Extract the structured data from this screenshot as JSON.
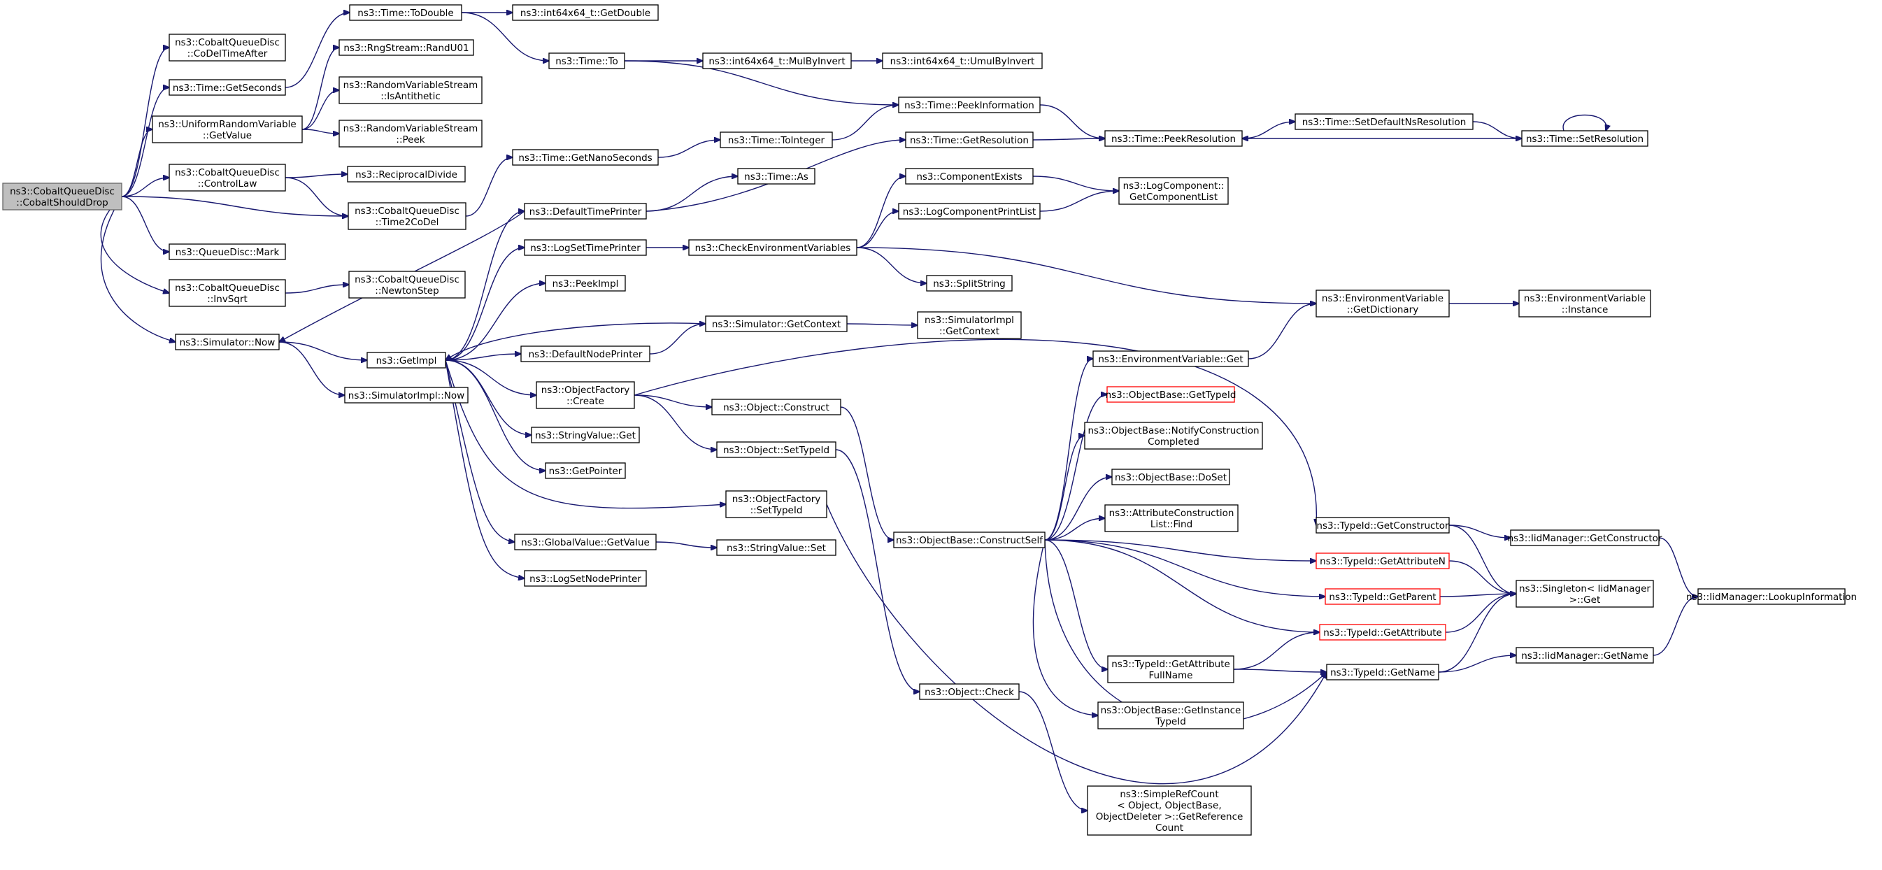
{
  "graph": {
    "type": "call-graph",
    "colors": {
      "edge": "#191970",
      "root_fill": "#bfbfbf",
      "root_border": "#666666",
      "node_border": "#000000",
      "incomplete_border": "#ff0000"
    },
    "nodes": [
      {
        "id": "root",
        "label": [
          "ns3::CobaltQueueDisc",
          "::CobaltShouldDrop"
        ],
        "style": "root"
      },
      {
        "id": "codelTimeAfter",
        "label": [
          "ns3::CobaltQueueDisc",
          "::CoDelTimeAfter"
        ]
      },
      {
        "id": "getSeconds",
        "label": [
          "ns3::Time::GetSeconds"
        ]
      },
      {
        "id": "uniformGetValue",
        "label": [
          "ns3::UniformRandomVariable",
          "::GetValue"
        ]
      },
      {
        "id": "controlLaw",
        "label": [
          "ns3::CobaltQueueDisc",
          "::ControlLaw"
        ]
      },
      {
        "id": "time2codel",
        "label": [
          "ns3::CobaltQueueDisc",
          "::Time2CoDel"
        ]
      },
      {
        "id": "mark",
        "label": [
          "ns3::QueueDisc::Mark"
        ]
      },
      {
        "id": "invSqrt",
        "label": [
          "ns3::CobaltQueueDisc",
          "::InvSqrt"
        ]
      },
      {
        "id": "simNow",
        "label": [
          "ns3::Simulator::Now"
        ]
      },
      {
        "id": "toDouble",
        "label": [
          "ns3::Time::ToDouble"
        ]
      },
      {
        "id": "randU01",
        "label": [
          "ns3::RngStream::RandU01"
        ]
      },
      {
        "id": "isAntithetic",
        "label": [
          "ns3::RandomVariableStream",
          "::IsAntithetic"
        ]
      },
      {
        "id": "peek",
        "label": [
          "ns3::RandomVariableStream",
          "::Peek"
        ]
      },
      {
        "id": "reciprocalDivide",
        "label": [
          "ns3::ReciprocalDivide"
        ]
      },
      {
        "id": "newtonStep",
        "label": [
          "ns3::CobaltQueueDisc",
          "::NewtonStep"
        ]
      },
      {
        "id": "getImpl",
        "label": [
          "ns3::GetImpl"
        ]
      },
      {
        "id": "simImplNow",
        "label": [
          "ns3::SimulatorImpl::Now"
        ]
      },
      {
        "id": "i64GetDouble",
        "label": [
          "ns3::int64x64_t::GetDouble"
        ]
      },
      {
        "id": "timeTo",
        "label": [
          "ns3::Time::To"
        ]
      },
      {
        "id": "getNanoSeconds",
        "label": [
          "ns3::Time::GetNanoSeconds"
        ]
      },
      {
        "id": "defaultTimePrinter",
        "label": [
          "ns3::DefaultTimePrinter"
        ]
      },
      {
        "id": "logSetTimePrinter",
        "label": [
          "ns3::LogSetTimePrinter"
        ]
      },
      {
        "id": "peekImpl",
        "label": [
          "ns3::PeekImpl"
        ]
      },
      {
        "id": "defaultNodePrinter",
        "label": [
          "ns3::DefaultNodePrinter"
        ]
      },
      {
        "id": "objFactoryCreate",
        "label": [
          "ns3::ObjectFactory",
          "::Create"
        ]
      },
      {
        "id": "stringValueGet",
        "label": [
          "ns3::StringValue::Get"
        ]
      },
      {
        "id": "getPointer",
        "label": [
          "ns3::GetPointer"
        ]
      },
      {
        "id": "globalValueGetValue",
        "label": [
          "ns3::GlobalValue::GetValue"
        ]
      },
      {
        "id": "logSetNodePrinter",
        "label": [
          "ns3::LogSetNodePrinter"
        ]
      },
      {
        "id": "mulByInvert",
        "label": [
          "ns3::int64x64_t::MulByInvert"
        ]
      },
      {
        "id": "umulByInvert",
        "label": [
          "ns3::int64x64_t::UmulByInvert"
        ]
      },
      {
        "id": "toInteger",
        "label": [
          "ns3::Time::ToInteger"
        ]
      },
      {
        "id": "timeAs",
        "label": [
          "ns3::Time::As"
        ]
      },
      {
        "id": "checkEnvVars",
        "label": [
          "ns3::CheckEnvironmentVariables"
        ]
      },
      {
        "id": "simGetContext",
        "label": [
          "ns3::Simulator::GetContext"
        ]
      },
      {
        "id": "objectConstruct",
        "label": [
          "ns3::Object::Construct"
        ]
      },
      {
        "id": "objectSetTypeId",
        "label": [
          "ns3::Object::SetTypeId"
        ]
      },
      {
        "id": "objFactorySetTypeId",
        "label": [
          "ns3::ObjectFactory",
          "::SetTypeId"
        ]
      },
      {
        "id": "stringValueSet",
        "label": [
          "ns3::StringValue::Set"
        ]
      },
      {
        "id": "peekInformation",
        "label": [
          "ns3::Time::PeekInformation"
        ]
      },
      {
        "id": "getResolution",
        "label": [
          "ns3::Time::GetResolution"
        ]
      },
      {
        "id": "componentExists",
        "label": [
          "ns3::ComponentExists"
        ]
      },
      {
        "id": "logComponentPrintList",
        "label": [
          "ns3::LogComponentPrintList"
        ]
      },
      {
        "id": "splitString",
        "label": [
          "ns3::SplitString"
        ]
      },
      {
        "id": "simImplGetContext",
        "label": [
          "ns3::SimulatorImpl",
          "::GetContext"
        ]
      },
      {
        "id": "objectCheck",
        "label": [
          "ns3::Object::Check"
        ]
      },
      {
        "id": "constructSelf",
        "label": [
          "ns3::ObjectBase::ConstructSelf"
        ]
      },
      {
        "id": "peekResolution",
        "label": [
          "ns3::Time::PeekResolution"
        ]
      },
      {
        "id": "getComponentList",
        "label": [
          "ns3::LogComponent::",
          "GetComponentList"
        ]
      },
      {
        "id": "envVarGet",
        "label": [
          "ns3::EnvironmentVariable::Get"
        ]
      },
      {
        "id": "objBaseGetTypeId",
        "label": [
          "ns3::ObjectBase::GetTypeId"
        ],
        "style": "red"
      },
      {
        "id": "notifyConstruction",
        "label": [
          "ns3::ObjectBase::NotifyConstruction",
          "Completed"
        ]
      },
      {
        "id": "doSet",
        "label": [
          "ns3::ObjectBase::DoSet"
        ]
      },
      {
        "id": "attrConstructionFind",
        "label": [
          "ns3::AttributeConstruction",
          "List::Find"
        ]
      },
      {
        "id": "getAttributeFullName",
        "label": [
          "ns3::TypeId::GetAttribute",
          "FullName"
        ]
      },
      {
        "id": "getInstanceTypeId",
        "label": [
          "ns3::ObjectBase::GetInstance",
          "TypeId"
        ]
      },
      {
        "id": "simpleRefCount",
        "label": [
          "ns3::SimpleRefCount",
          "< Object, ObjectBase,",
          "ObjectDeleter >::GetReference",
          "Count"
        ]
      },
      {
        "id": "setDefaultNsResolution",
        "label": [
          "ns3::Time::SetDefaultNsResolution"
        ]
      },
      {
        "id": "envVarGetDictionary",
        "label": [
          "ns3::EnvironmentVariable",
          "::GetDictionary"
        ]
      },
      {
        "id": "typeIdGetConstructor",
        "label": [
          "ns3::TypeId::GetConstructor"
        ]
      },
      {
        "id": "typeIdGetAttributeN",
        "label": [
          "ns3::TypeId::GetAttributeN"
        ],
        "style": "red"
      },
      {
        "id": "typeIdGetParent",
        "label": [
          "ns3::TypeId::GetParent"
        ],
        "style": "red"
      },
      {
        "id": "typeIdGetAttribute",
        "label": [
          "ns3::TypeId::GetAttribute"
        ],
        "style": "red"
      },
      {
        "id": "typeIdGetName",
        "label": [
          "ns3::TypeId::GetName"
        ]
      },
      {
        "id": "setResolution",
        "label": [
          "ns3::Time::SetResolution"
        ]
      },
      {
        "id": "envVarInstance",
        "label": [
          "ns3::EnvironmentVariable",
          "::Instance"
        ]
      },
      {
        "id": "iidGetConstructor",
        "label": [
          "ns3::IidManager::GetConstructor"
        ]
      },
      {
        "id": "singletonGet",
        "label": [
          "ns3::Singleton< IidManager",
          ">::Get"
        ]
      },
      {
        "id": "iidGetName",
        "label": [
          "ns3::IidManager::GetName"
        ]
      },
      {
        "id": "lookupInformation",
        "label": [
          "ns3::IidManager::LookupInformation"
        ]
      }
    ],
    "edges": [
      [
        "root",
        "codelTimeAfter"
      ],
      [
        "root",
        "getSeconds"
      ],
      [
        "root",
        "uniformGetValue"
      ],
      [
        "root",
        "controlLaw"
      ],
      [
        "root",
        "time2codel"
      ],
      [
        "root",
        "mark"
      ],
      [
        "root",
        "invSqrt"
      ],
      [
        "root",
        "simNow"
      ],
      [
        "getSeconds",
        "toDouble"
      ],
      [
        "toDouble",
        "i64GetDouble"
      ],
      [
        "toDouble",
        "timeTo"
      ],
      [
        "timeTo",
        "mulByInvert"
      ],
      [
        "mulByInvert",
        "umulByInvert"
      ],
      [
        "timeTo",
        "peekInformation"
      ],
      [
        "uniformGetValue",
        "randU01"
      ],
      [
        "uniformGetValue",
        "isAntithetic"
      ],
      [
        "uniformGetValue",
        "peek"
      ],
      [
        "controlLaw",
        "reciprocalDivide"
      ],
      [
        "controlLaw",
        "time2codel"
      ],
      [
        "time2codel",
        "getNanoSeconds"
      ],
      [
        "getNanoSeconds",
        "toInteger"
      ],
      [
        "toInteger",
        "peekInformation"
      ],
      [
        "peekInformation",
        "peekResolution"
      ],
      [
        "peekResolution",
        "setDefaultNsResolution"
      ],
      [
        "setDefaultNsResolution",
        "setResolution"
      ],
      [
        "setResolution",
        "peekResolution"
      ],
      [
        "setResolution",
        "setResolution"
      ],
      [
        "invSqrt",
        "newtonStep"
      ],
      [
        "simNow",
        "getImpl"
      ],
      [
        "simNow",
        "simImplNow"
      ],
      [
        "getImpl",
        "defaultTimePrinter"
      ],
      [
        "getImpl",
        "logSetTimePrinter"
      ],
      [
        "getImpl",
        "peekImpl"
      ],
      [
        "getImpl",
        "defaultNodePrinter"
      ],
      [
        "getImpl",
        "objFactoryCreate"
      ],
      [
        "getImpl",
        "stringValueGet"
      ],
      [
        "getImpl",
        "getPointer"
      ],
      [
        "getImpl",
        "objFactorySetTypeId"
      ],
      [
        "getImpl",
        "globalValueGetValue"
      ],
      [
        "getImpl",
        "logSetNodePrinter"
      ],
      [
        "defaultTimePrinter",
        "simNow"
      ],
      [
        "defaultTimePrinter",
        "timeAs"
      ],
      [
        "defaultTimePrinter",
        "getResolution"
      ],
      [
        "getResolution",
        "peekResolution"
      ],
      [
        "logSetTimePrinter",
        "checkEnvVars"
      ],
      [
        "checkEnvVars",
        "componentExists"
      ],
      [
        "checkEnvVars",
        "logComponentPrintList"
      ],
      [
        "checkEnvVars",
        "splitString"
      ],
      [
        "checkEnvVars",
        "envVarGetDictionary"
      ],
      [
        "componentExists",
        "getComponentList"
      ],
      [
        "logComponentPrintList",
        "getComponentList"
      ],
      [
        "defaultNodePrinter",
        "simGetContext"
      ],
      [
        "simGetContext",
        "getImpl"
      ],
      [
        "simGetContext",
        "simImplGetContext"
      ],
      [
        "objFactoryCreate",
        "objectConstruct"
      ],
      [
        "objFactoryCreate",
        "objectSetTypeId"
      ],
      [
        "objFactoryCreate",
        "typeIdGetConstructor"
      ],
      [
        "objectConstruct",
        "constructSelf"
      ],
      [
        "objectSetTypeId",
        "objectCheck"
      ],
      [
        "objFactorySetTypeId",
        "typeIdGetName"
      ],
      [
        "globalValueGetValue",
        "stringValueSet"
      ],
      [
        "objectCheck",
        "simpleRefCount"
      ],
      [
        "envVarGet",
        "envVarGetDictionary"
      ],
      [
        "envVarGetDictionary",
        "envVarInstance"
      ],
      [
        "constructSelf",
        "envVarGet"
      ],
      [
        "constructSelf",
        "objBaseGetTypeId"
      ],
      [
        "constructSelf",
        "notifyConstruction"
      ],
      [
        "constructSelf",
        "doSet"
      ],
      [
        "constructSelf",
        "attrConstructionFind"
      ],
      [
        "constructSelf",
        "typeIdGetAttributeN"
      ],
      [
        "constructSelf",
        "typeIdGetParent"
      ],
      [
        "constructSelf",
        "typeIdGetAttribute"
      ],
      [
        "constructSelf",
        "getAttributeFullName"
      ],
      [
        "constructSelf",
        "getInstanceTypeId"
      ],
      [
        "constructSelf",
        "typeIdGetName"
      ],
      [
        "getAttributeFullName",
        "typeIdGetAttribute"
      ],
      [
        "getAttributeFullName",
        "typeIdGetName"
      ],
      [
        "typeIdGetConstructor",
        "iidGetConstructor"
      ],
      [
        "typeIdGetConstructor",
        "singletonGet"
      ],
      [
        "typeIdGetAttributeN",
        "singletonGet"
      ],
      [
        "typeIdGetParent",
        "singletonGet"
      ],
      [
        "typeIdGetAttribute",
        "singletonGet"
      ],
      [
        "typeIdGetName",
        "singletonGet"
      ],
      [
        "typeIdGetName",
        "iidGetName"
      ],
      [
        "iidGetConstructor",
        "lookupInformation"
      ],
      [
        "iidGetName",
        "lookupInformation"
      ]
    ]
  }
}
